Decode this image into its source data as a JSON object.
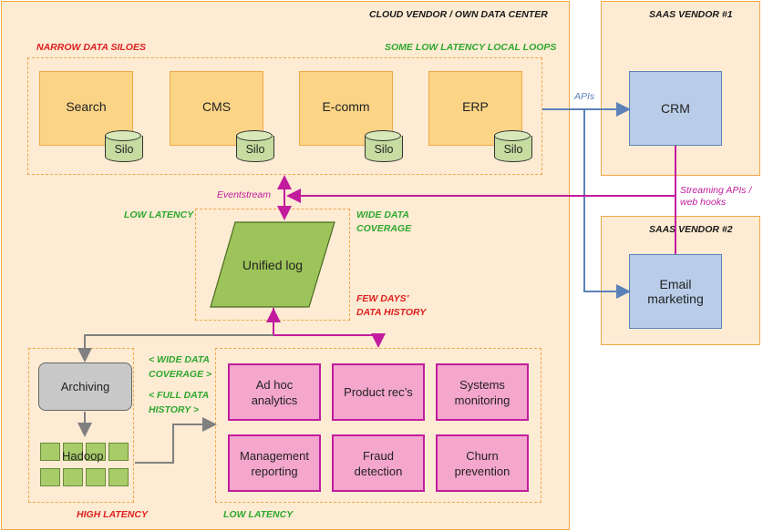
{
  "regions": {
    "cloud_vendor": "CLOUD VENDOR / OWN DATA CENTER",
    "saas1": "SAAS VENDOR #1",
    "saas2": "SAAS VENDOR #2"
  },
  "labels": {
    "narrow_silos": "NARROW DATA SILOES",
    "local_loops": "SOME LOW LATENCY LOCAL LOOPS",
    "apis": "APIs",
    "eventstream": "Eventstream",
    "streaming_1": "Streaming APIs /",
    "streaming_2": "web hooks",
    "low_latency_top": "LOW LATENCY",
    "wide_coverage_1": "WIDE DATA",
    "wide_coverage_2": "COVERAGE",
    "few_days_1": "FEW DAYS’",
    "few_days_2": "DATA HISTORY",
    "wide_coverage_mid_1": "< WIDE DATA",
    "wide_coverage_mid_2": "COVERAGE >",
    "full_history_1": "< FULL DATA",
    "full_history_2": "HISTORY >",
    "high_latency": "HIGH LATENCY",
    "low_latency_bottom": "LOW LATENCY"
  },
  "systems": [
    "Search",
    "CMS",
    "E-comm",
    "ERP"
  ],
  "silo_label": "Silo",
  "crm": "CRM",
  "email_1": "Email",
  "email_2": "marketing",
  "unified_log": "Unified log",
  "archiving": "Archiving",
  "hadoop": "Hadoop",
  "apps": [
    {
      "l1": "Ad hoc",
      "l2": "analytics"
    },
    {
      "l1": "Product rec’s",
      "l2": ""
    },
    {
      "l1": "Systems",
      "l2": "monitoring"
    },
    {
      "l1": "Management",
      "l2": "reporting"
    },
    {
      "l1": "Fraud",
      "l2": "detection"
    },
    {
      "l1": "Churn",
      "l2": "prevention"
    }
  ],
  "colors": {
    "region_fill": "#fdebd3",
    "region_border": "#f0a848",
    "system_fill": "#fcd486",
    "blue_fill": "#b9cde8",
    "pink_fill": "#f4a6cc",
    "magenta": "#c21c9e",
    "api_blue": "#5b82b8"
  }
}
